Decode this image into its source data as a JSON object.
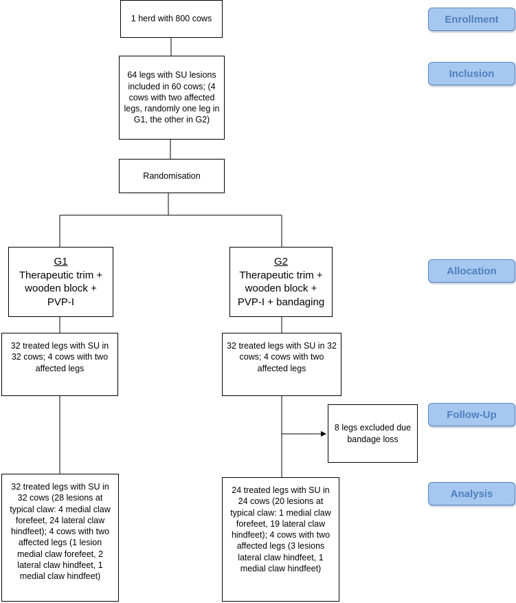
{
  "stages": {
    "enrollment": "Enrollment",
    "inclusion": "Inclusion",
    "allocation": "Allocation",
    "follow_up": "Follow-Up",
    "analysis": "Analysis"
  },
  "boxes": {
    "herd": "1 herd with 800 cows",
    "inclusion": "64 legs with SU lesions included in 60 cows; (4 cows with two affected legs, randomly one leg in G1, the other in G2)",
    "randomisation": "Randomisation",
    "g1": {
      "name": "G1",
      "treatment": "Therapeutic trim + wooden block + PVP-I"
    },
    "g2": {
      "name": "G2",
      "treatment": "Therapeutic trim + wooden block + PVP-I + bandaging"
    },
    "g1_treated": "32 treated legs with SU in 32 cows; 4 cows with two affected legs",
    "g2_treated": "32 treated legs with SU in 32 cows; 4 cows with two affected legs",
    "excluded": "8 legs excluded due bandage loss",
    "g1_analysis": "32 treated legs with SU in 32 cows (28 lesions at typical claw: 4 medial claw forefeet, 24 lateral claw hindfeet); 4 cows with two affected legs (1 lesion medial claw forefeet, 2 lateral claw hindfeet, 1 medial claw hindfeet)",
    "g2_analysis": "24 treated legs with SU in 24 cows (20 lesions at typical claw: 1 medial claw forefeet, 19 lateral claw hindfeet); 4 cows with two affected legs (3 lesions lateral claw hindfeet, 1 medial claw hindfeet)"
  }
}
